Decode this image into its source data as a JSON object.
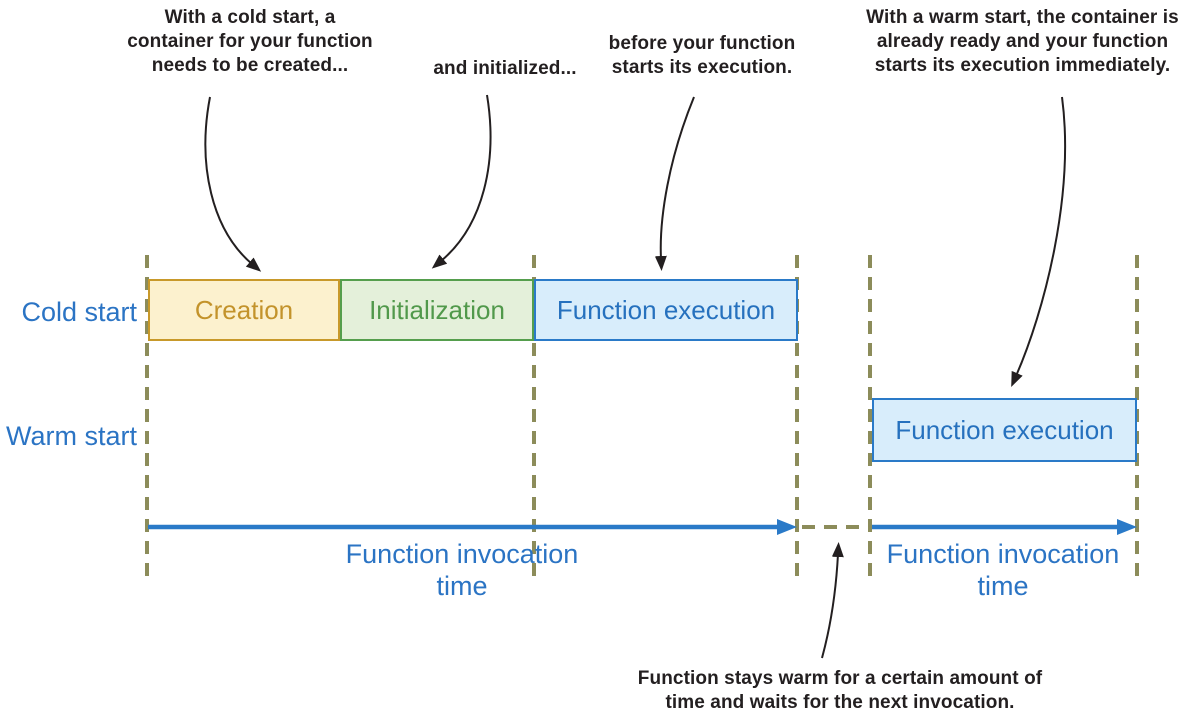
{
  "diagram_title": "Cold start vs warm start function invocation timeline",
  "annotations": {
    "cold_start": [
      "With a cold start, a",
      "container for your function",
      "needs to be created..."
    ],
    "initialized": [
      "and initialized..."
    ],
    "before_execution": [
      "before your function",
      "starts its execution."
    ],
    "warm_start": [
      "With a warm start, the container is",
      "already ready and your function",
      "starts its execution immediately."
    ],
    "stays_warm": [
      "Function stays warm for a certain amount of",
      "time and waits for the next invocation."
    ]
  },
  "rows": {
    "cold_label": "Cold start",
    "warm_label": "Warm start"
  },
  "bars": {
    "creation": "Creation",
    "initialization": "Initialization",
    "function_execution": "Function execution",
    "warm_function_execution": "Function execution"
  },
  "timeline": {
    "left_label": [
      "Function invocation",
      "time"
    ],
    "right_label": [
      "Function invocation",
      "time"
    ]
  },
  "colors": {
    "blue_text": "#2b74c4",
    "blue_stroke": "#2a7ac8",
    "blue_fill": "#d8edfb",
    "gold_border": "#c8992a",
    "gold_fill": "#fcf1ce",
    "gold_text": "#c3932b",
    "green_border": "#559e4d",
    "green_fill": "#e4f0da",
    "green_text": "#51994b",
    "dashed_guide": "#8c8c5a",
    "annotation_text": "#231f20"
  }
}
